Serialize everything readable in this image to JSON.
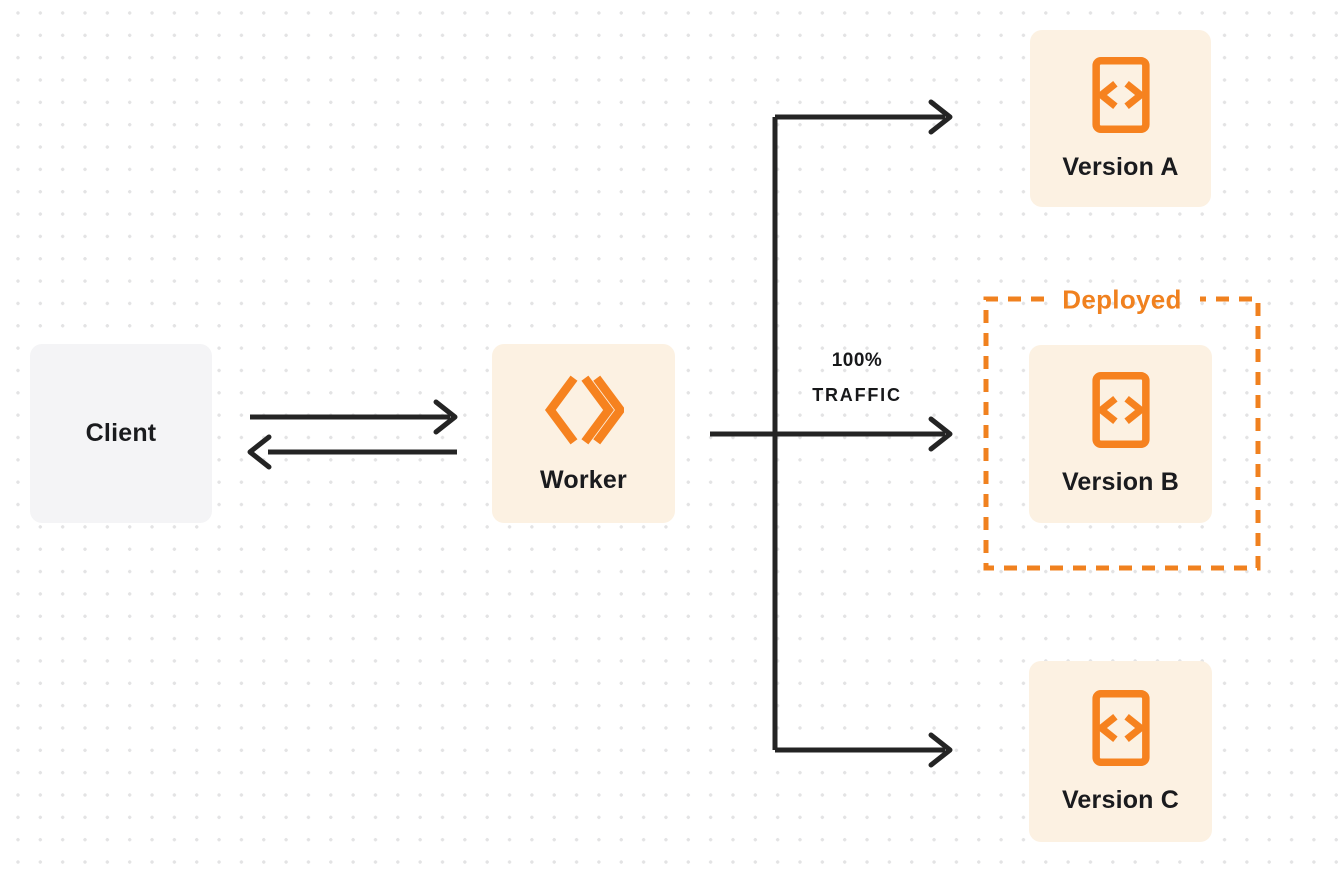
{
  "colors": {
    "accent_orange": "#f6821f",
    "deployed_orange": "#f0811f",
    "arrow_dark": "#242424",
    "node_cream_bg": "#fcf1e2",
    "node_gray_bg": "#f4f4f6",
    "label_dark": "#1a1b1e",
    "background_dot": "#e3e3e4"
  },
  "nodes": {
    "client": {
      "label": "Client"
    },
    "worker": {
      "label": "Worker",
      "icon": "cloudflare-workers-logo"
    },
    "version_a": {
      "label": "Version A",
      "icon": "code-file"
    },
    "version_b": {
      "label": "Version B",
      "icon": "code-file"
    },
    "version_c": {
      "label": "Version C",
      "icon": "code-file"
    }
  },
  "annotations": {
    "deployed_label": "Deployed",
    "traffic_line1": "100%",
    "traffic_line2": "TRAFFIC"
  }
}
